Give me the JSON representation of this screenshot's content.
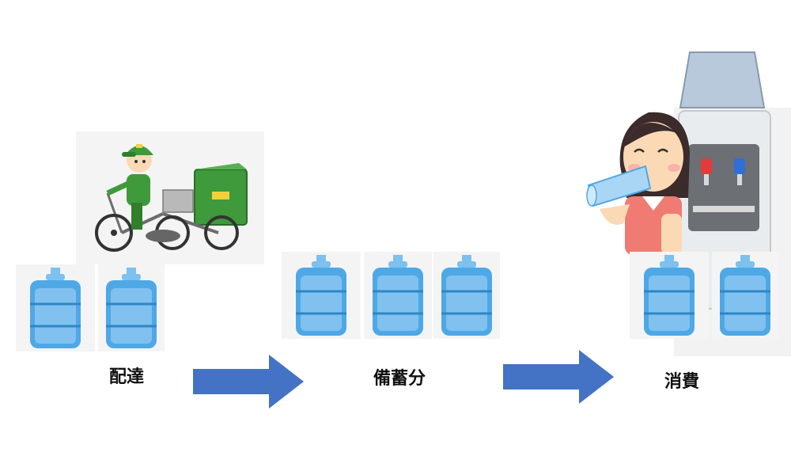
{
  "colors": {
    "arrow": "#4472c4",
    "bottle_body": "#4fa8e6",
    "bottle_light": "#a9d6f5",
    "uniform": "#3e9a3a",
    "tile_bg": "#f4f4f4"
  },
  "stages": [
    {
      "label": "配達",
      "bottle_count": 2,
      "illustration": "delivery-tricycle-icon"
    },
    {
      "label": "備蓄分",
      "bottle_count": 3,
      "illustration": "water-bottle-icon"
    },
    {
      "label": "消費",
      "bottle_count": 2,
      "illustration": "woman-drinking-water-icon"
    }
  ],
  "connectors": [
    "arrow-right-icon",
    "arrow-right-icon"
  ]
}
